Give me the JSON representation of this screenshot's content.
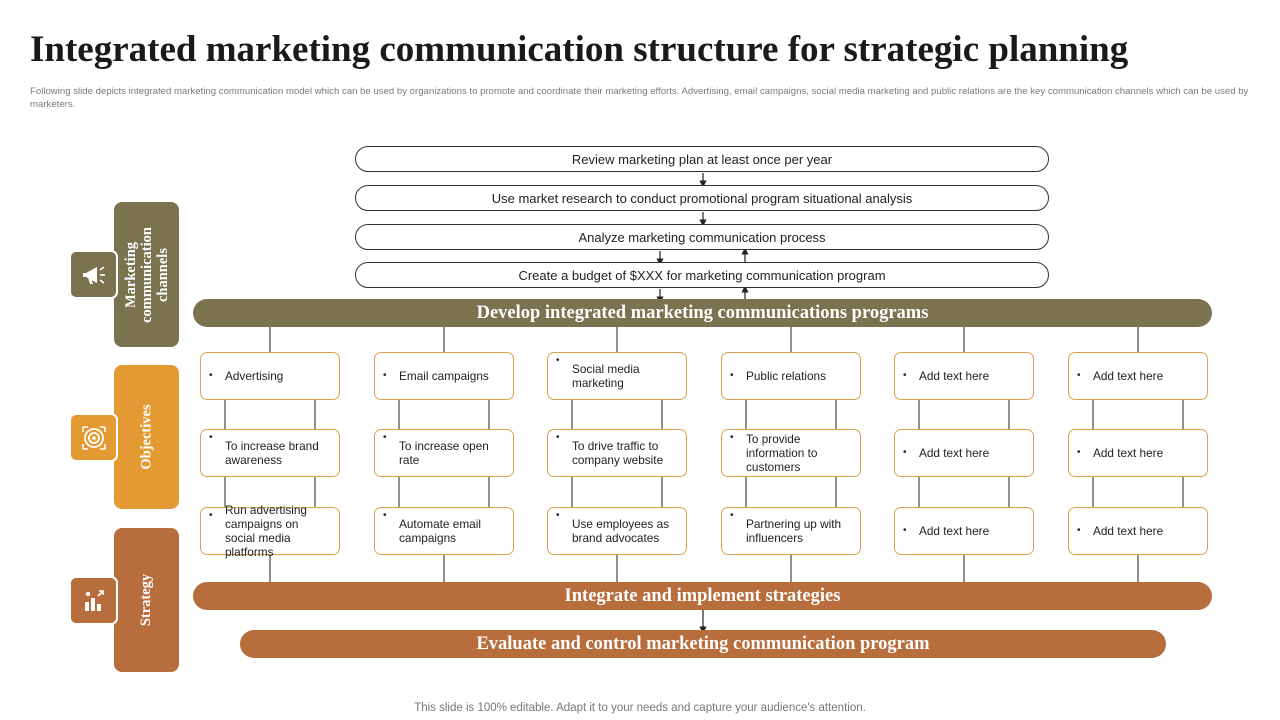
{
  "header": {
    "title": "Integrated marketing communication structure for strategic planning",
    "subtitle": "Following slide depicts integrated marketing communication model which can be used by organizations to promote and coordinate their marketing efforts. Advertising, email campaigns, social media marketing and public relations are the key communication channels which can be used by marketers."
  },
  "steps": [
    "Review marketing plan at least once per year",
    "Use market research to conduct promotional program situational analysis",
    "Analyze marketing communication process",
    "Create a budget of $XXX for marketing communication program"
  ],
  "bars": {
    "develop": "Develop integrated marketing communications programs",
    "integrate": "Integrate and implement strategies",
    "evaluate": "Evaluate and control marketing communication program"
  },
  "side_labels": {
    "channels": "Marketing communication channels",
    "objectives": "Objectives",
    "strategy": "Strategy"
  },
  "columns": [
    {
      "channel": "Advertising",
      "objective": "To increase brand awareness",
      "strategy": "Run advertising campaigns on social media platforms"
    },
    {
      "channel": "Email campaigns",
      "objective": "To increase open rate",
      "strategy": "Automate email campaigns"
    },
    {
      "channel": "Social media marketing",
      "objective": "To drive traffic to company website",
      "strategy": "Use employees as brand advocates"
    },
    {
      "channel": "Public relations",
      "objective": "To provide information to customers",
      "strategy": "Partnering up with influencers"
    },
    {
      "channel": "Add text here",
      "objective": "Add text here",
      "strategy": "Add text here"
    },
    {
      "channel": "Add text here",
      "objective": "Add text here",
      "strategy": "Add text here"
    }
  ],
  "icons": {
    "channels": "megaphone-icon",
    "objectives": "target-icon",
    "strategy": "growth-chart-icon"
  },
  "colors": {
    "olive": "#7b7350",
    "orange": "#e49a33",
    "copper": "#b86d3c",
    "box_border": "#d9a449"
  },
  "footer": "This slide is 100% editable. Adapt it to your needs and capture your audience's attention."
}
